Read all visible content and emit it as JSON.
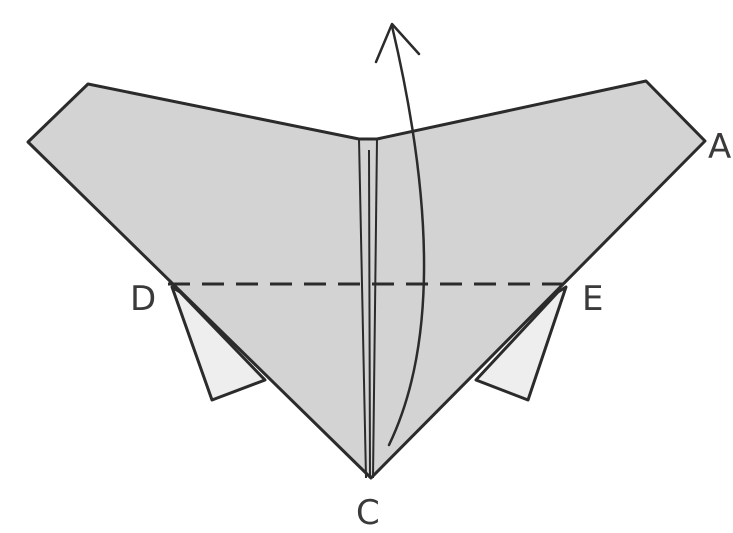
{
  "diagram": {
    "labels": {
      "a": "A",
      "c": "C",
      "d": "D",
      "e": "E"
    },
    "colors": {
      "paper_fill": "#d3d3d3",
      "flap_fill": "#eeeeee",
      "line": "#2b2b2b",
      "background": "#ffffff"
    }
  }
}
